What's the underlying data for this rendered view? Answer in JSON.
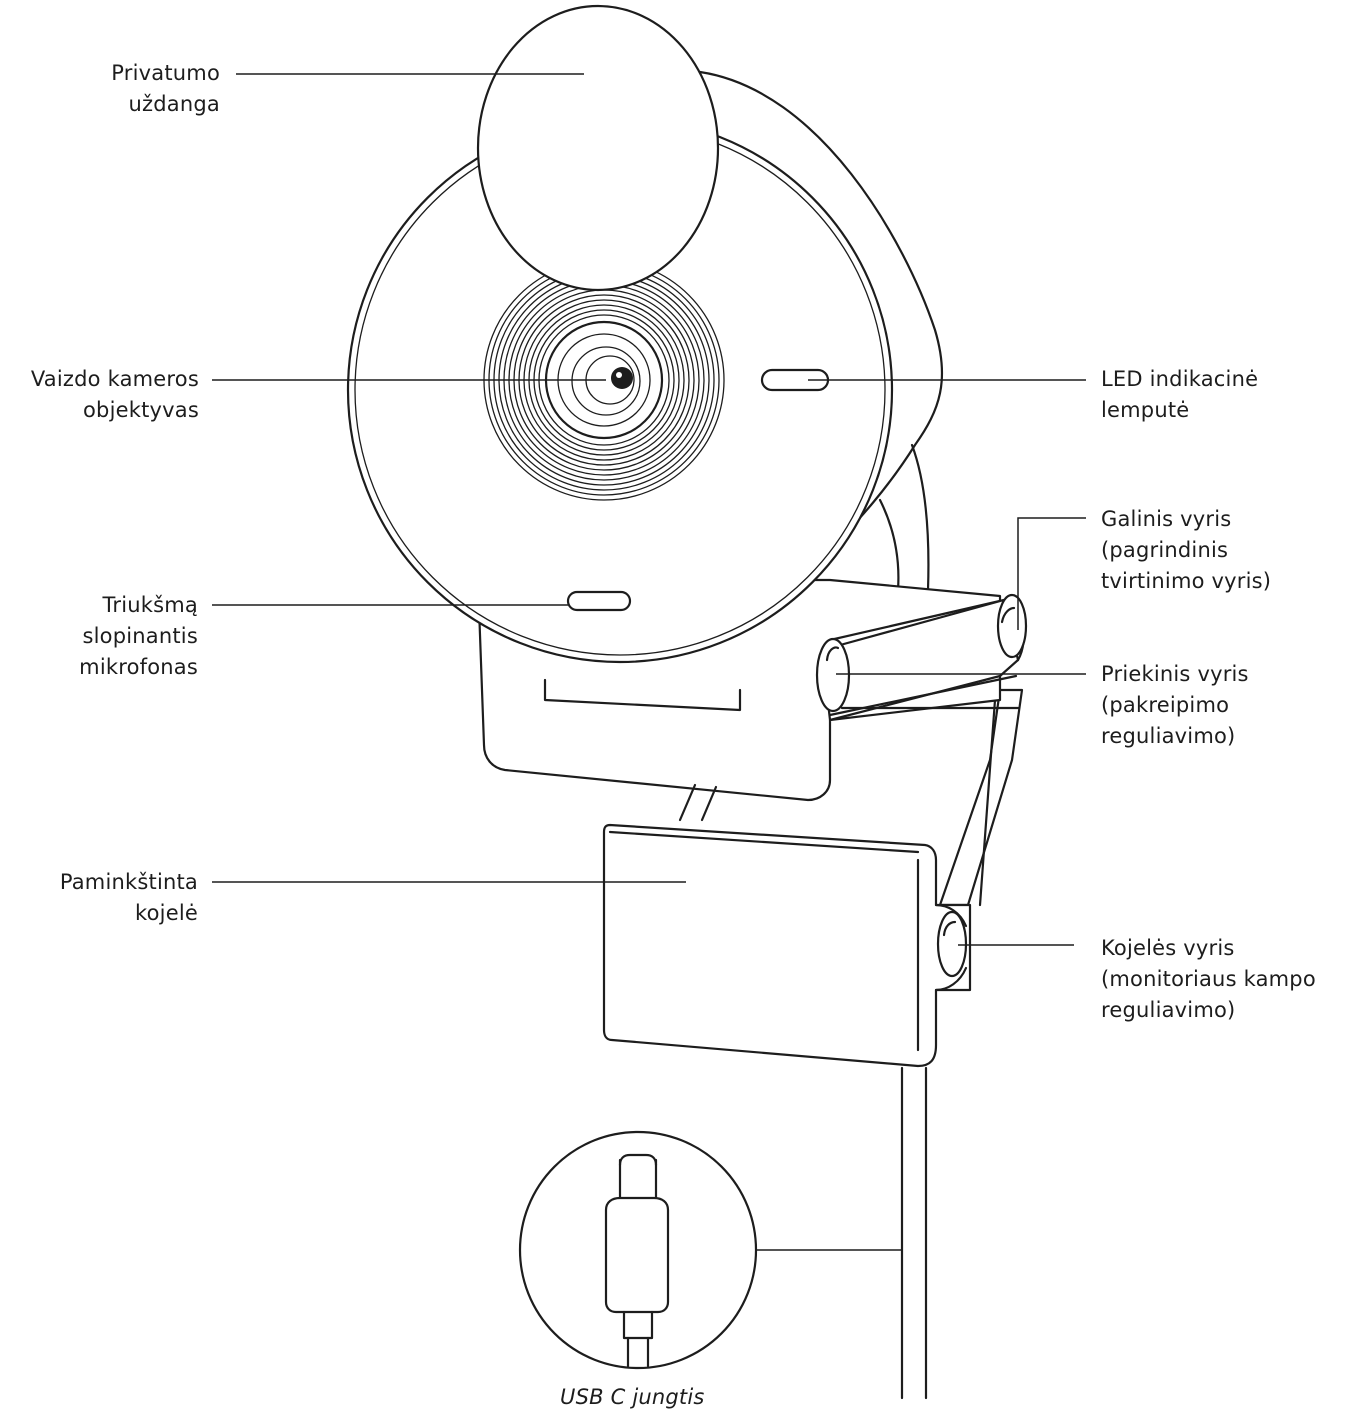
{
  "labels": {
    "privacy_shutter": [
      "Privatumo",
      "uždanga"
    ],
    "camera_lens": [
      "Vaizdo kameros",
      "objektyvas"
    ],
    "noise_mic": [
      "Triukšmą",
      "slopinantis",
      "mikrofonas"
    ],
    "padded_foot": [
      "Paminkštinta",
      "kojelė"
    ],
    "led_light": [
      "LED indikacinė",
      "lemputė"
    ],
    "rear_hinge": [
      "Galinis vyris",
      "(pagrindinis",
      "tvirtinimo vyris)"
    ],
    "front_hinge": [
      "Priekinis vyris",
      "(pakreipimo",
      "reguliavimo)"
    ],
    "foot_hinge": [
      "Kojelės vyris",
      "(monitoriaus kampo",
      "reguliavimo)"
    ],
    "usb_c": [
      "USB C jungtis"
    ]
  }
}
